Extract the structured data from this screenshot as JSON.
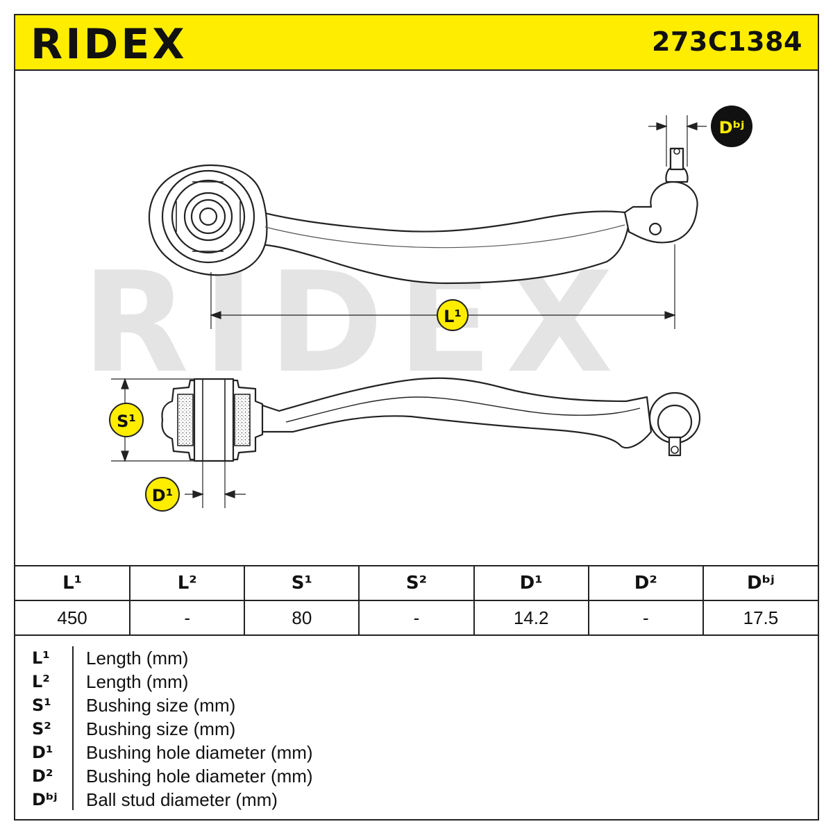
{
  "header": {
    "brand": "RIDEX",
    "part_number": "273C1384"
  },
  "watermark": "RIDEX",
  "labels": {
    "l1": "L¹",
    "s1": "S¹",
    "d1": "D¹",
    "dbj": "Dᵇʲ"
  },
  "table": {
    "headers": [
      "L¹",
      "L²",
      "S¹",
      "S²",
      "D¹",
      "D²",
      "Dᵇʲ"
    ],
    "values": [
      "450",
      "-",
      "80",
      "-",
      "14.2",
      "-",
      "17.5"
    ]
  },
  "legend": [
    {
      "key": "L¹",
      "desc": "Length (mm)"
    },
    {
      "key": "L²",
      "desc": "Length (mm)"
    },
    {
      "key": "S¹",
      "desc": "Bushing size (mm)"
    },
    {
      "key": "S²",
      "desc": "Bushing size (mm)"
    },
    {
      "key": "D¹",
      "desc": "Bushing hole diameter (mm)"
    },
    {
      "key": "D²",
      "desc": "Bushing hole diameter (mm)"
    },
    {
      "key": "Dᵇʲ",
      "desc": "Ball stud diameter (mm)"
    }
  ],
  "colors": {
    "accent": "#ffed00",
    "line": "#222222",
    "watermark": "#e4e4e4"
  }
}
